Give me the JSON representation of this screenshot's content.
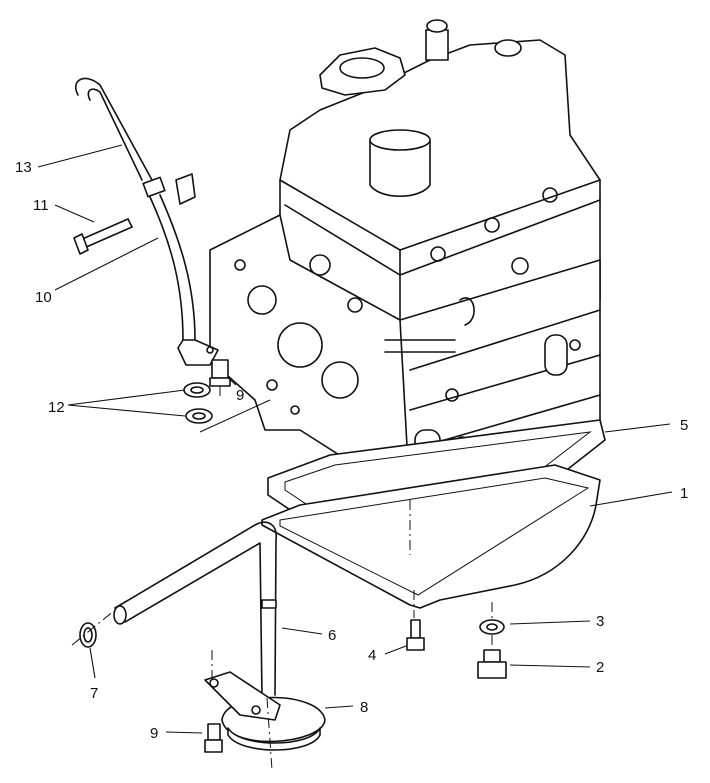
{
  "callouts": {
    "c1": "1",
    "c2": "2",
    "c3": "3",
    "c4": "4",
    "c5": "5",
    "c6": "6",
    "c7": "7",
    "c8": "8",
    "c9a": "9",
    "c9b": "9",
    "c10": "10",
    "c11": "11",
    "c12": "12",
    "c13": "13"
  },
  "colors": {
    "ink": "#111111",
    "paper": "#ffffff"
  }
}
